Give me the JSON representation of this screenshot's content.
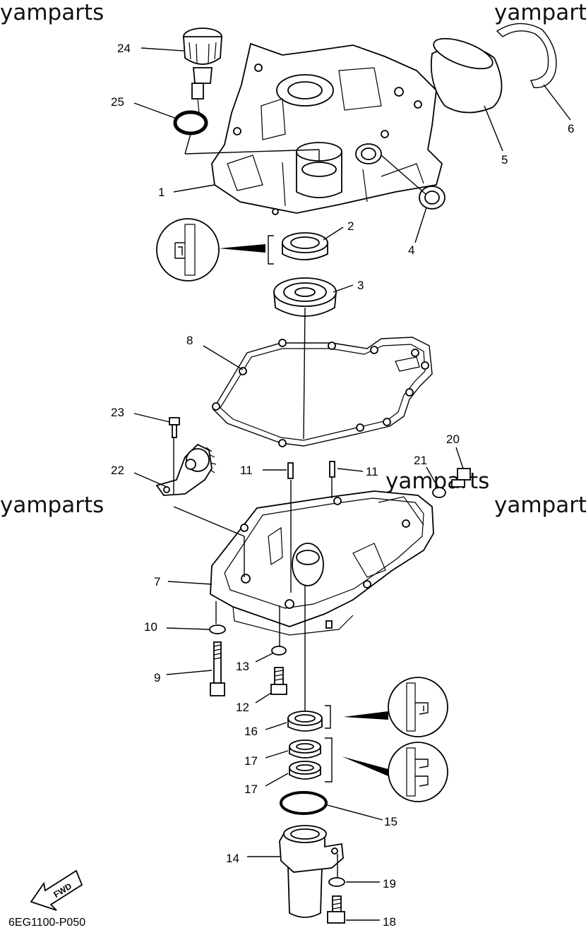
{
  "watermark": "yamparts",
  "watermark_clipped": "yampart",
  "diagram_code": "6EG1100-P050",
  "fwd_label": "FWD",
  "callouts": {
    "p1": "1",
    "p2": "2",
    "p3": "3",
    "p4": "4",
    "p5": "5",
    "p6": "6",
    "p7": "7",
    "p8": "8",
    "p9": "9",
    "p10": "10",
    "p11a": "11",
    "p11b": "11",
    "p12": "12",
    "p13": "13",
    "p14": "14",
    "p15": "15",
    "p16": "16",
    "p17a": "17",
    "p17b": "17",
    "p18": "18",
    "p19": "19",
    "p20": "20",
    "p21": "21",
    "p22": "22",
    "p23": "23",
    "p24": "24",
    "p25": "25"
  }
}
